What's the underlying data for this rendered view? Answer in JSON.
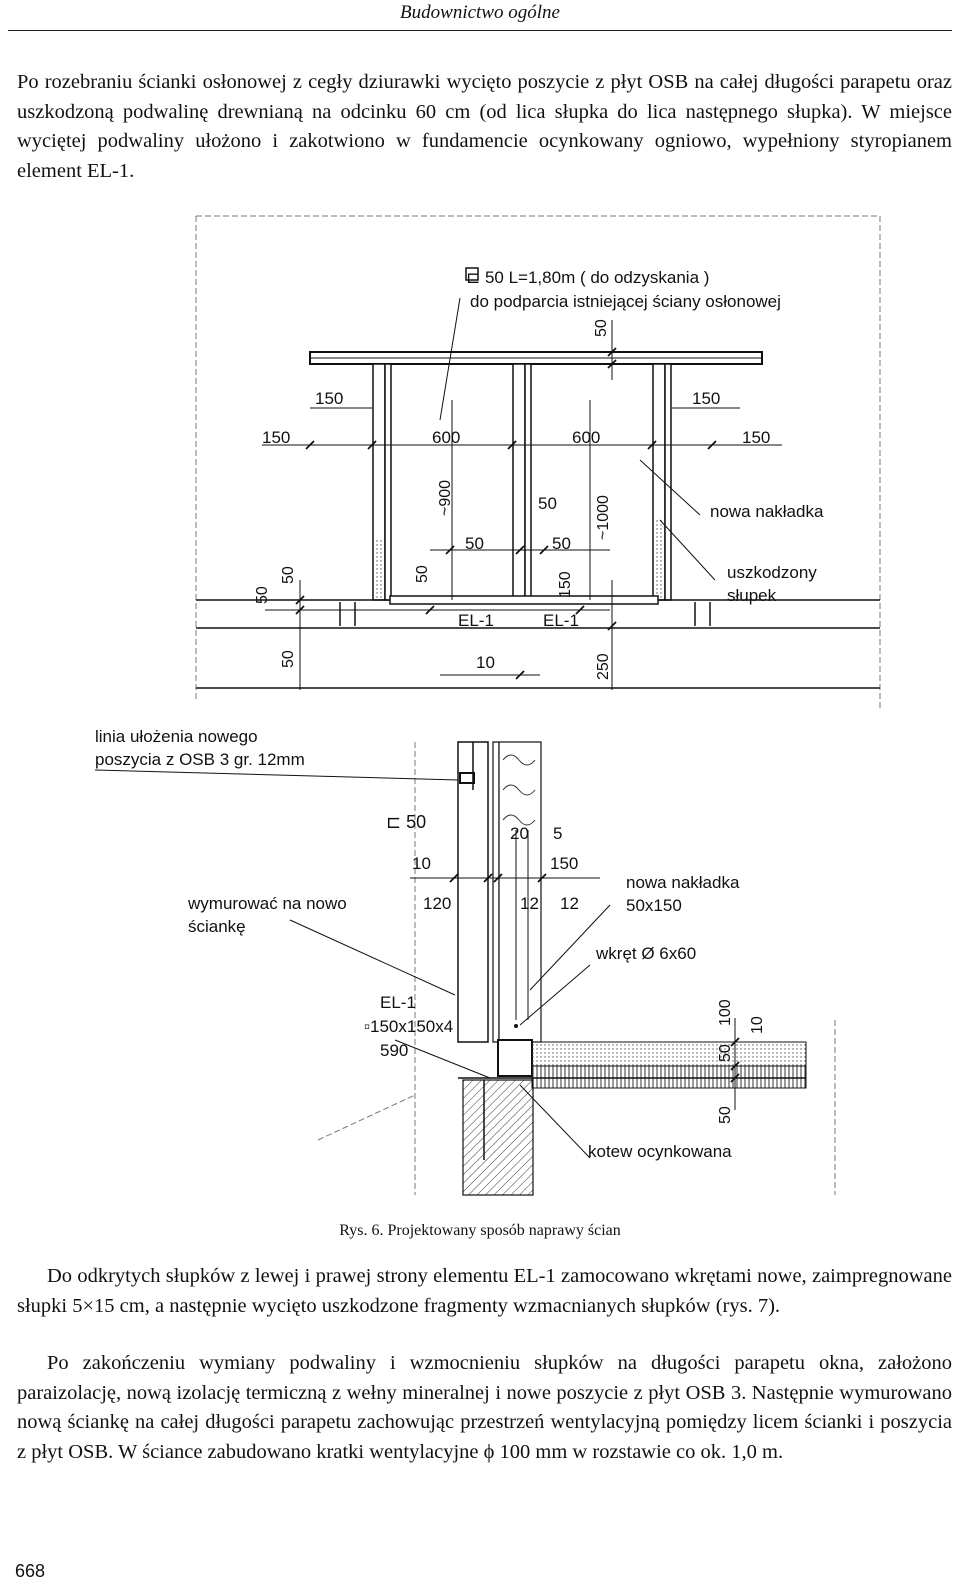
{
  "header": {
    "title": "Budownictwo ogólne"
  },
  "paragraphs": {
    "p1": "Po rozebraniu ścianki osłonowej z cegły dziurawki wycięto poszycie z płyt OSB na całej długości parapetu oraz uszkodzoną podwalinę drewnianą na odcinku 60 cm (od lica słupka do lica następnego słupka). W miejsce wyciętej podwaliny ułożono i zakotwiono w fundamencie ocynkowany ogniowo, wypełniony styropianem element EL-1.",
    "p2": "Do odkrytych słupków z lewej i prawej strony elementu EL-1 zamocowano wkrętami nowe, zaimpregnowane słupki 5×15 cm, a następnie wycięto uszkodzone fragmenty wzmacnianych słupków (rys. 7).",
    "p3": "Po zakończeniu wymiany podwaliny i wzmocnieniu słupków na długości parapetu okna, założono paraizolację, nową izolację termiczną z wełny mineralnej i nowe poszycie z płyt OSB 3. Następnie wymurowano nową ściankę na całej długości parapetu zachowując przestrzeń wentylacyjną pomiędzy licem ścianki i poszycia z płyt OSB. W ściance zabudowano kratki wentylacyjne ϕ 100 mm w rozstawie co ok. 1,0 m."
  },
  "figure": {
    "caption": "Rys. 6. Projektowany sposób naprawy ścian",
    "elevation": {
      "channel_label": "⊏ 50 L=1,80m ( do odzyskania )",
      "support_label": "do podparcia istniejącej ściany osłonowej",
      "dim_50_top": "50",
      "dim_150_a": "150",
      "dim_150_b": "150",
      "dim_150_c": "150",
      "dim_150_d": "150",
      "dim_600_a": "600",
      "dim_600_b": "600",
      "dim_900": "~900",
      "dim_1000": "~1000",
      "dim_50_mid": "50",
      "dim_50_l": "50",
      "dim_50_r": "50",
      "dim_50_post": "50",
      "dim_150_v": "150",
      "dim_50_left_a": "50",
      "dim_50_left_b": "50",
      "dim_50_left_c": "50",
      "el1_a": "EL-1",
      "el1_b": "EL-1",
      "dim_10": "10",
      "dim_250": "250",
      "new_plate": "nowa nakładka",
      "damaged_1": "uszkodzony",
      "damaged_2": "słupek"
    },
    "section": {
      "osb_line_1": "linia ułożenia nowego",
      "osb_line_2": "poszycia z OSB 3 gr. 12mm",
      "channel_50": "⊏ 50",
      "dim_10": "10",
      "dim_120": "120",
      "dim_20": "20",
      "dim_5": "5",
      "dim_150": "150",
      "dim_12a": "12",
      "dim_12b": "12",
      "wall_1": "wymurować na nowo",
      "wall_2": "ściankę",
      "plate_1": "nowa nakładka",
      "plate_2": "50x150",
      "screw": "wkręt Ø 6x60",
      "el1": "EL-1",
      "el1_profile": "▫150x150x4",
      "el1_len": "590",
      "dim_100": "100",
      "dim_10v": "10",
      "dim_50a": "50",
      "dim_50b": "50",
      "anchor": "kotew ocynkowana"
    }
  },
  "page_number": "668"
}
